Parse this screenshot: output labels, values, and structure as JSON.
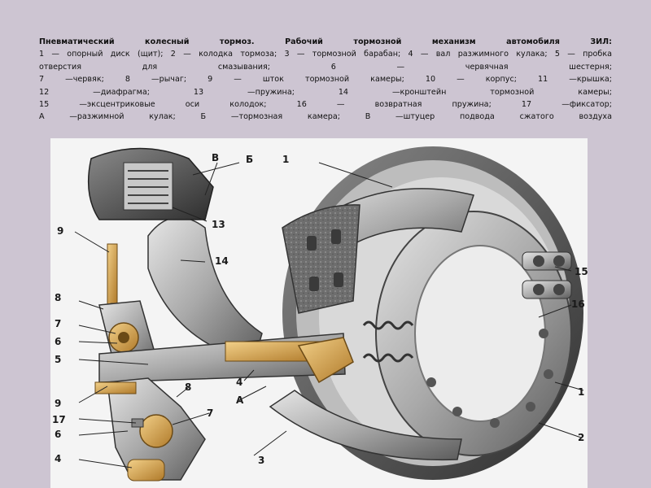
{
  "caption": {
    "title": "Пневматический колесный тормоз. Рабочий тормозной механизм автомобиля ЗИЛ:",
    "lines": [
      "1 — опорный диск (щит); 2 — колодка тормоза; 3 — тормозной барабан; 4 — вал разжимного кулака; 5 — пробка",
      "отверстия для смазывания; 6 — червячная шестерня;",
      "7 —червяк; 8 —рычаг; 9 — шток тормозной камеры; 10 — корпус; 11 —крышка;",
      "12 —диафрагма; 13 —пружина; 14 —кронштейн тормозной камеры;",
      "15 —эксцентриковые оси колодок; 16 — возвратная пружина; 17 —фиксатор;",
      "А —разжимной кулак; Б —тормозная камера; В —штуцер подвода сжатого воздуха"
    ]
  },
  "figure": {
    "labels": {
      "l1_top": "1",
      "l1_right": "1",
      "l2": "2",
      "l3": "3",
      "l4_main": "4",
      "l4_inset": "4",
      "l5": "5",
      "l6_main": "6",
      "l6_inset": "6",
      "l7_main": "7",
      "l7_inset": "7",
      "l8_main": "8",
      "l8_inset": "8",
      "l9_main": "9",
      "l9_inset": "9",
      "l13": "13",
      "l14": "14",
      "l15": "15",
      "l16": "16",
      "l17": "17",
      "lA": "А",
      "lB": "Б",
      "lV": "В"
    }
  }
}
